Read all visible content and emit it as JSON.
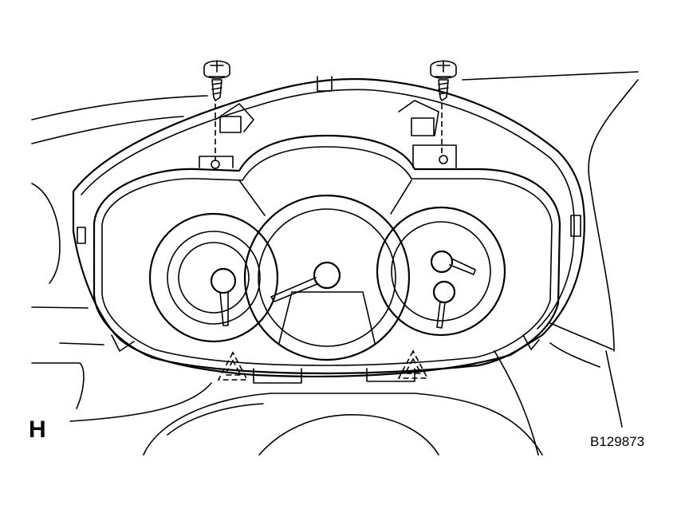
{
  "diagram": {
    "view_letter": "H",
    "part_code": "B129873",
    "colors": {
      "line": "#000000",
      "background": "#ffffff"
    },
    "parts": [
      "screw-left",
      "screw-right",
      "cluster-bezel",
      "combination-meter",
      "tachometer-gauge",
      "speedometer-gauge",
      "fuel-gauge",
      "temperature-gauge",
      "claw-marker-left",
      "claw-marker-right",
      "dashboard-panel"
    ]
  }
}
